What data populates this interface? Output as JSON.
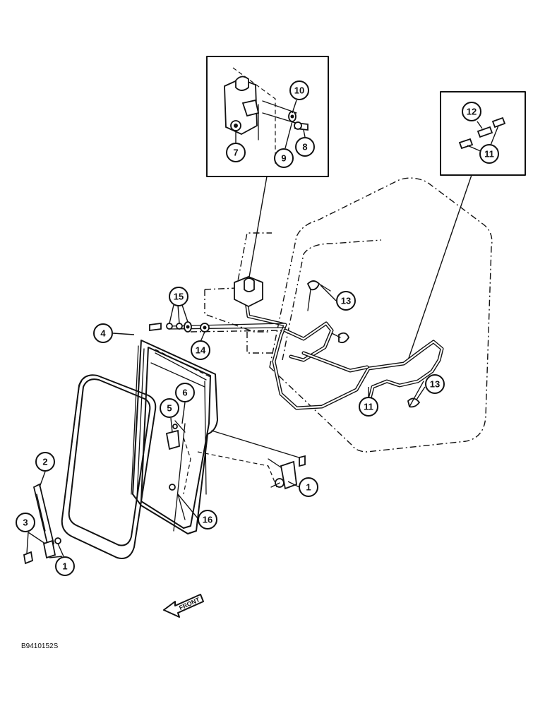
{
  "diagram": {
    "drawing_number": "B9410152S",
    "direction_label": "FRONT",
    "callouts": {
      "c1a": "1",
      "c1b": "1",
      "c2": "2",
      "c3": "3",
      "c4": "4",
      "c5": "5",
      "c6": "6",
      "c7": "7",
      "c8": "8",
      "c9": "9",
      "c10": "10",
      "c11a": "11",
      "c11b": "11",
      "c12": "12",
      "c13a": "13",
      "c13b": "13",
      "c14": "14",
      "c15": "15",
      "c16": "16"
    }
  }
}
